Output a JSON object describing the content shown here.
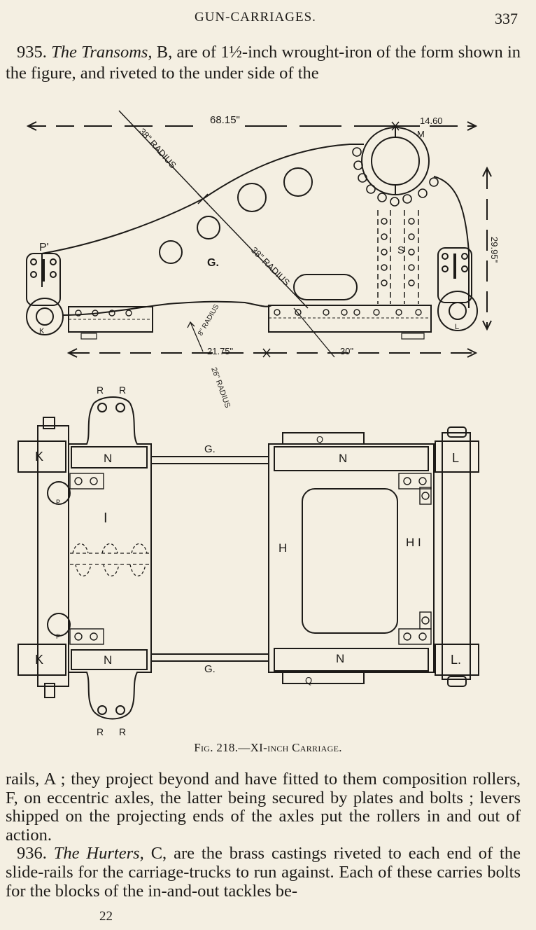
{
  "header": {
    "running_title": "GUN-CARRIAGES.",
    "page_number": "337"
  },
  "para_935": {
    "number": "935.",
    "heading": "The Transoms,",
    "text": " B, are of 1½-inch wrought-iron of the form shown in the figure, and riveted to the under side of the"
  },
  "figure": {
    "side_view": {
      "dim_top": "68.15\"",
      "dim_top_right": "14.60",
      "dim_right": "29.95\"",
      "dim_bottom_left": "21.75\"",
      "dim_bottom_right": "30\"",
      "radius_38_upper": "38\" RADIUS",
      "radius_38_lower": "38\" RADIUS",
      "radius_8": "8\" RADIUS",
      "radius_26": "26\" RADIUS",
      "label_P": "P'",
      "label_G": "G.",
      "label_M": "M",
      "label_S": "S",
      "label_K": "K",
      "label_L": "L"
    },
    "plan_view": {
      "label_R": "R",
      "label_K": "K",
      "label_N": "N",
      "label_G": "G.",
      "label_Q": "Q",
      "label_L": "L",
      "label_L2": "L.",
      "label_I": "I",
      "label_H": "H",
      "label_H1": "H I",
      "label_P": "P"
    },
    "caption": "Fig. 218.—XI-inch Carriage."
  },
  "para_rails": {
    "text": "rails, A ; they project beyond and have fitted to them composition rollers, F, on eccentric axles, the latter being secured by plates and bolts ; levers shipped on the projecting ends of the axles put the rollers in and out of action."
  },
  "para_936": {
    "number": "936.",
    "heading": "The Hurters,",
    "text": " C, are the brass castings riveted to each end of the slide-rails for the carriage-trucks to run against. Each of these carries bolts for the blocks of the in-and-out tackles be-"
  },
  "signature": "22"
}
